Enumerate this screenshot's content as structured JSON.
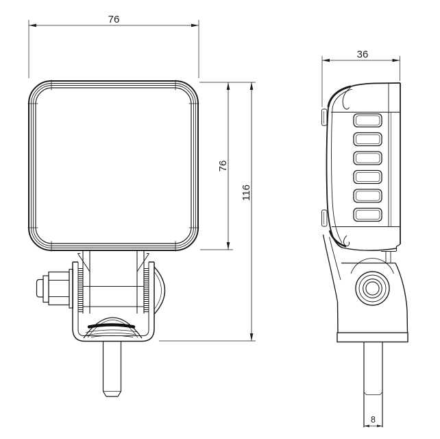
{
  "drawing": {
    "dimensions": {
      "front_width": "76",
      "front_height": "76",
      "overall_height": "116",
      "side_depth": "36",
      "stud_width": "8"
    },
    "colors": {
      "line": "#1a1a1a",
      "background": "#ffffff"
    }
  }
}
